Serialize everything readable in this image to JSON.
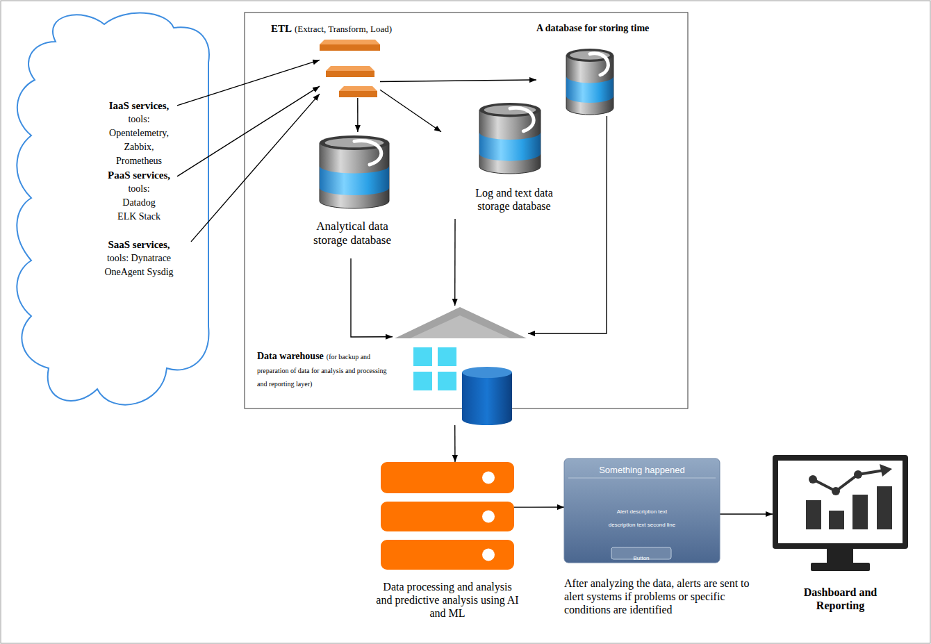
{
  "diagram": {
    "nodes": [
      {
        "text": [
          "IaaS services,",
          "tools: Opentelemetry, Zabbix, Prometheus"
        ]
      },
      {
        "text": [
          "PaaS services,",
          "tools: Datadog ELK Stack"
        ]
      },
      {
        "text": [
          "SaaS services,",
          "tools: Dynatrace OneAgent Sysdig"
        ]
      },
      {
        "text": [
          "ETL",
          "(Extract, Transform, Load)"
        ]
      },
      {
        "text": [
          "A database for storing time"
        ]
      },
      {
        "text": [
          "Analytical data storage database"
        ]
      },
      {
        "text": [
          "Log and text data storage database"
        ]
      },
      {
        "text": [
          "Data warehouse",
          "(for backup and preparation of data for analysis and processing and reporting layer)"
        ]
      },
      {
        "text": [
          "Data processing and analysis and predictive analysis using AI and ML"
        ]
      },
      {
        "text": [
          "Something happened",
          "Alert description text description text second line",
          "Button",
          "After analyzing the data, alerts are sent to alert systems if problems or specific conditions are identified"
        ]
      },
      {
        "text": [
          "Dashboard and Reporting"
        ]
      }
    ],
    "edges": [
      {
        "from": 0,
        "to": 3,
        "arrow": "to"
      },
      {
        "from": 1,
        "to": 3,
        "arrow": "to"
      },
      {
        "from": 2,
        "to": 3,
        "arrow": "to"
      },
      {
        "from": 3,
        "to": 4,
        "arrow": "to"
      },
      {
        "from": 3,
        "to": 5,
        "arrow": "to"
      },
      {
        "from": 3,
        "to": 6,
        "arrow": "to"
      },
      {
        "from": 5,
        "to": 7,
        "arrow": "to"
      },
      {
        "from": 6,
        "to": 7,
        "arrow": "to"
      },
      {
        "from": 4,
        "to": 7,
        "arrow": "to"
      },
      {
        "from": 7,
        "to": 8,
        "arrow": "to"
      },
      {
        "from": 8,
        "to": 9,
        "arrow": "to"
      },
      {
        "from": 9,
        "to": 10,
        "arrow": "to"
      }
    ]
  }
}
